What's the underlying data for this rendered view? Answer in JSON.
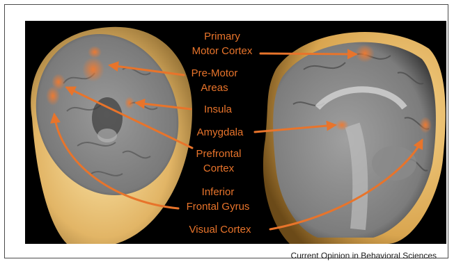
{
  "labels": {
    "primary_motor_cortex_line1": "Primary",
    "primary_motor_cortex_line2": "Motor Cortex",
    "pre_motor_areas_line1": "Pre-Motor",
    "pre_motor_areas_line2": "Areas",
    "insula": "Insula",
    "amygdala": "Amygdala",
    "prefrontal_cortex_line1": "Prefrontal",
    "prefrontal_cortex_line2": "Cortex",
    "inferior_frontal_gyrus_line1": "Inferior",
    "inferior_frontal_gyrus_line2": "Frontal Gyrus",
    "visual_cortex": "Visual Cortex"
  },
  "credit": "Current Opinion in Behavioral Sciences",
  "colors": {
    "label": "#e8742b",
    "arrow": "#e8742b",
    "background": "#000000",
    "skin": "#e8c27a",
    "brain": "#8c8c8c"
  }
}
